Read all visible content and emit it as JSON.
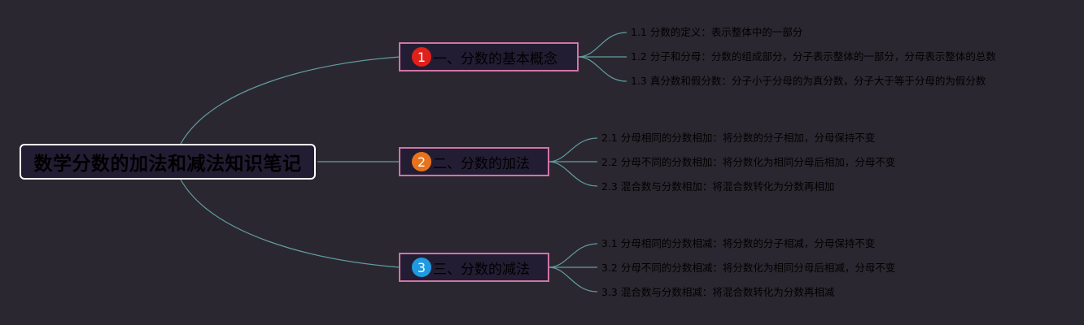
{
  "root": {
    "title": "数学分数的加法和减法知识笔记"
  },
  "colors": {
    "background": "#2b2730",
    "node_fill": "#221d33",
    "root_border": "#ffffff",
    "branch_border": "#d274a6",
    "connector": "#5f9ea0"
  },
  "branches": [
    {
      "number": "1",
      "badge_color": "#e0201a",
      "label": "一、分数的基本概念",
      "leaves": [
        "1.1 分数的定义：表示整体中的一部分",
        "1.2 分子和分母：分数的组成部分，分子表示整体的一部分，分母表示整体的总数",
        "1.3 真分数和假分数：分子小于分母的为真分数，分子大于等于分母的为假分数"
      ]
    },
    {
      "number": "2",
      "badge_color": "#e8731a",
      "label": "二、分数的加法",
      "leaves": [
        "2.1 分母相同的分数相加：将分数的分子相加，分母保持不变",
        "2.2 分母不同的分数相加：将分数化为相同分母后相加，分母不变",
        "2.3 混合数与分数相加：将混合数转化为分数再相加"
      ]
    },
    {
      "number": "3",
      "badge_color": "#1f9ae0",
      "label": "三、分数的减法",
      "leaves": [
        "3.1 分母相同的分数相减：将分数的分子相减，分母保持不变",
        "3.2 分母不同的分数相减：将分数化为相同分母后相减，分母不变",
        "3.3 混合数与分数相减：将混合数转化为分数再相减"
      ]
    }
  ]
}
